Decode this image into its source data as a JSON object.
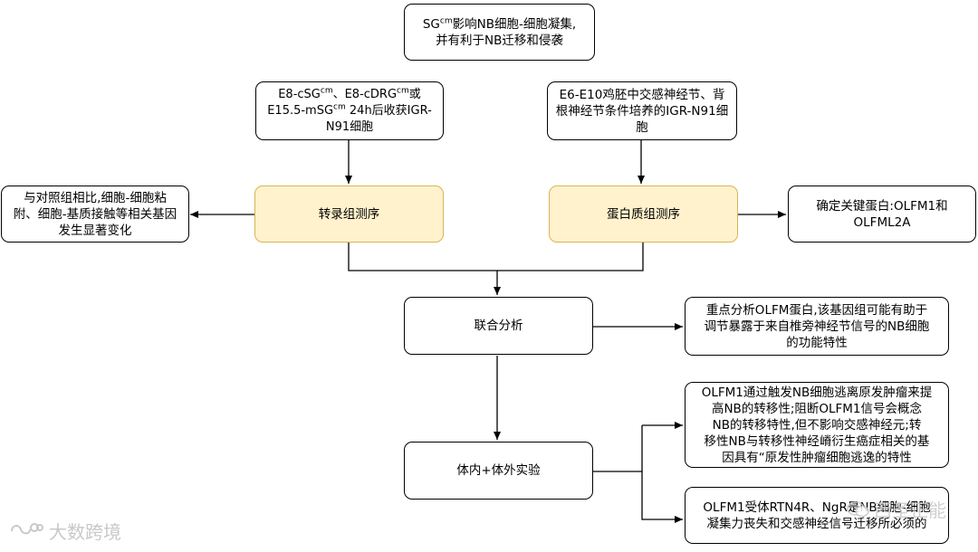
{
  "nodes": {
    "title": {
      "line1_pre": "SG",
      "line1_sup": "cm",
      "line1_post": "影响NB细胞-细胞凝集,",
      "line2": "并有利于NB迁移和侵袭"
    },
    "left_source": {
      "a1": "E8-cSG",
      "s1": "cm",
      "a2": "、E8-cDRG",
      "s2": "cm",
      "a3": "或",
      "b1": "E15.5-mSG",
      "s3": "cm",
      "b2": " 24h后收获IGR-",
      "c": "N91细胞"
    },
    "right_source": {
      "line1": "E6-E10鸡胚中交感神经节、背",
      "line2": "根神经节条件培养的IGR-N91细",
      "line3": "胞"
    },
    "transcriptome": "转录组测序",
    "proteome": "蛋白质组测序",
    "left_result": {
      "line1": "与对照组相比,细胞-细胞粘",
      "line2": "附、细胞-基质接触等相关基因",
      "line3": "发生显著变化"
    },
    "right_result": {
      "line1": "确定关键蛋白:OLFM1和",
      "line2": "OLFML2A"
    },
    "combined": "联合分析",
    "combined_result": {
      "line1": "重点分析OLFM蛋白,该基因组可能有助于",
      "line2": "调节暴露于来自椎旁神经节信号的NB细胞",
      "line3": "的功能特性"
    },
    "experiment": "体内+体外实验",
    "finding1": {
      "line1": "OLFM1通过触发NB细胞逃离原发肿瘤来提",
      "line2": "高NB的转移性;阻断OLFM1信号会概念",
      "line3": "NB的转移特性,但不影响交感神经元;转",
      "line4": "移性NB与转移性神经嵴衍生癌症相关的基",
      "line5": "因具有“原发性肿瘤细胞逃逸的特性"
    },
    "finding2": {
      "line1": "OLFM1受体RTN4R、NgR是NB细胞-细胞",
      "line2": "凝集力丧失和交感神经信号迁移所必须的"
    }
  },
  "watermarks": {
    "left": "大数跨境",
    "right": "西圣正能"
  },
  "colors": {
    "border": "#000000",
    "highlight_fill": "#fff2cc",
    "highlight_border": "#d6b656",
    "watermark": "#c8c8c8"
  }
}
